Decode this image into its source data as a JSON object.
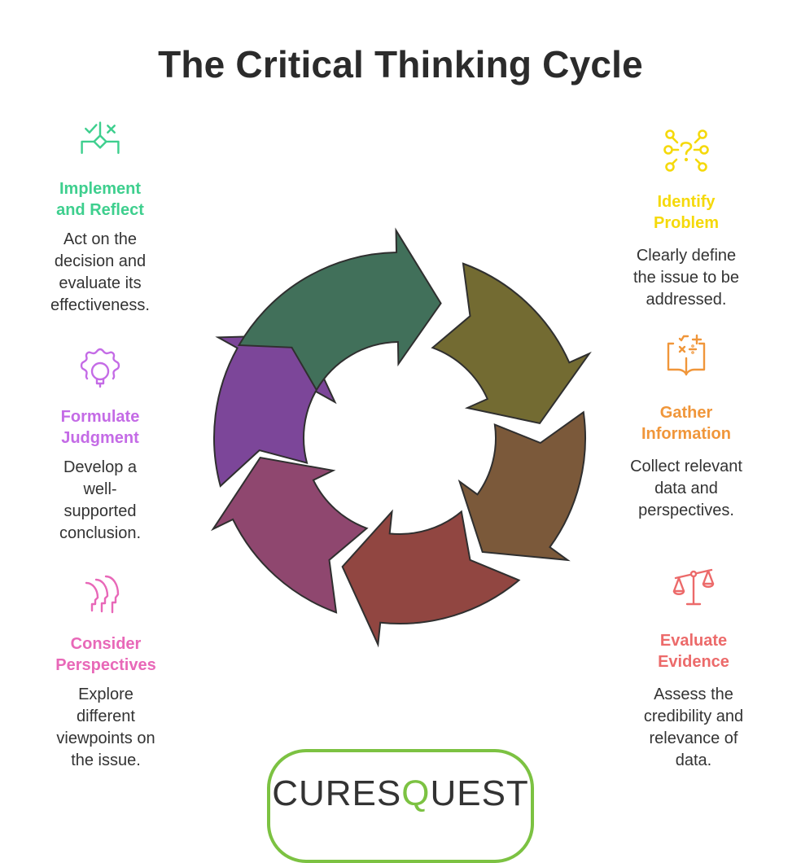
{
  "title": "The Critical Thinking Cycle",
  "steps": [
    {
      "id": "identify",
      "heading": "Identify Problem",
      "heading_lines": [
        "Identify",
        "Problem"
      ],
      "desc": "Clearly define the issue to be addressed.",
      "icon": "network-question-icon",
      "color": "#f5d90a",
      "arrow_color": "#736b32"
    },
    {
      "id": "gather",
      "heading": "Gather Information",
      "heading_lines": [
        "Gather",
        "Information"
      ],
      "desc": "Collect relevant data and perspectives.",
      "icon": "math-book-icon",
      "color": "#f0963a",
      "arrow_color": "#7b593a"
    },
    {
      "id": "evaluate",
      "heading": "Evaluate Evidence",
      "heading_lines": [
        "Evaluate",
        "Evidence"
      ],
      "desc": "Assess the credibility and relevance of data.",
      "icon": "balance-scale-icon",
      "color": "#ec6a6a",
      "arrow_color": "#914641"
    },
    {
      "id": "consider",
      "heading": "Consider Perspectives",
      "heading_lines": [
        "Consider",
        "Perspectives"
      ],
      "desc": "Explore different viewpoints on the issue.",
      "icon": "faces-profile-icon",
      "color": "#e868b8",
      "arrow_color": "#8f476f"
    },
    {
      "id": "formulate",
      "heading": "Formulate Judgment",
      "heading_lines": [
        "Formulate",
        "Judgment"
      ],
      "desc": "Develop a well-supported conclusion.",
      "icon": "gear-lightbulb-icon",
      "color": "#c46be6",
      "arrow_color": "#7c4699"
    },
    {
      "id": "implement",
      "heading": "Implement and Reflect",
      "heading_lines": [
        "Implement",
        "and Reflect"
      ],
      "desc": "Act on the decision and evaluate its effectiveness.",
      "icon": "decision-check-cross-icon",
      "color": "#3ecf8e",
      "arrow_color": "#41705a"
    }
  ],
  "logo": {
    "text_before": "CURES",
    "q": "Q",
    "text_after": "UEST",
    "border_color": "#7cc242"
  }
}
